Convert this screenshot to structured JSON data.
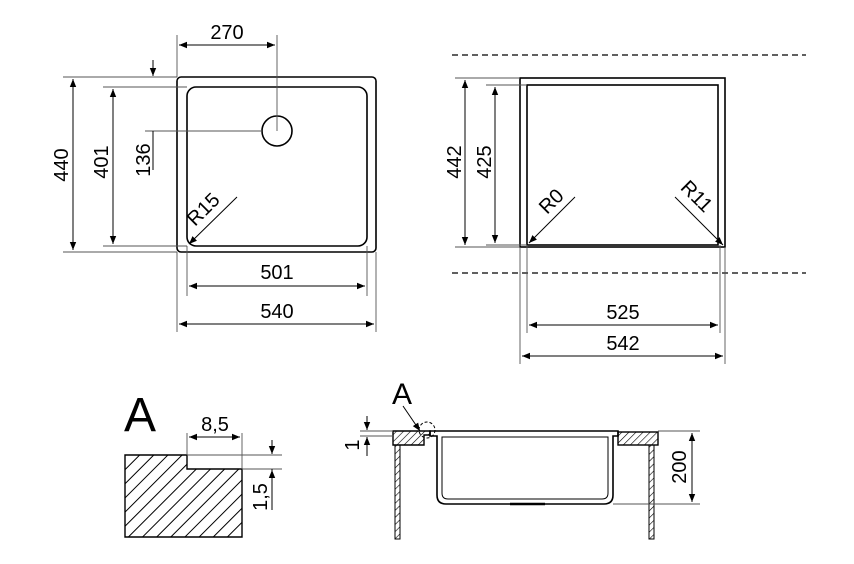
{
  "top_left_view": {
    "width_outer": "540",
    "width_inner": "501",
    "height_outer": "440",
    "height_inner": "401",
    "drain_offset_x": "270",
    "drain_offset_y": "136",
    "corner_radius": "R15"
  },
  "top_right_view": {
    "width_outer": "542",
    "width_inner": "525",
    "height_outer": "442",
    "height_inner": "425",
    "corner_radius_inner": "R0",
    "corner_radius_outer": "R11"
  },
  "detail_a": {
    "label": "A",
    "ledge_width": "8,5",
    "ledge_height": "1,5"
  },
  "section_view": {
    "detail_marker": "A",
    "rim_thickness": "1",
    "depth": "200"
  }
}
